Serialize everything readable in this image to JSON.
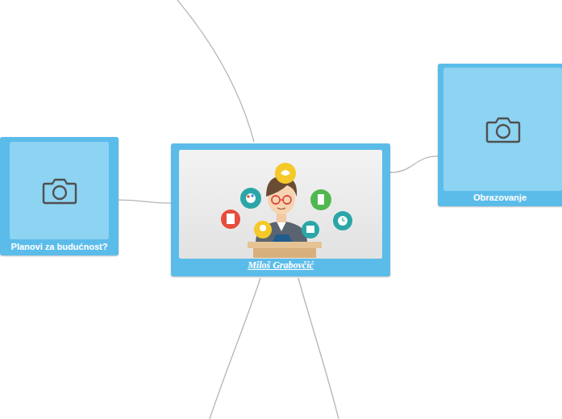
{
  "diagram": {
    "nodes": [
      {
        "text": [
          "Miloš Grabovčić"
        ]
      },
      {
        "text": [
          "Planovi za budućnost?"
        ]
      },
      {
        "text": [
          "Obrazovanje"
        ]
      }
    ],
    "edges": [
      {
        "from": 0,
        "to": 1,
        "arrow": "none"
      },
      {
        "from": 0,
        "to": 2,
        "arrow": "none"
      }
    ]
  }
}
